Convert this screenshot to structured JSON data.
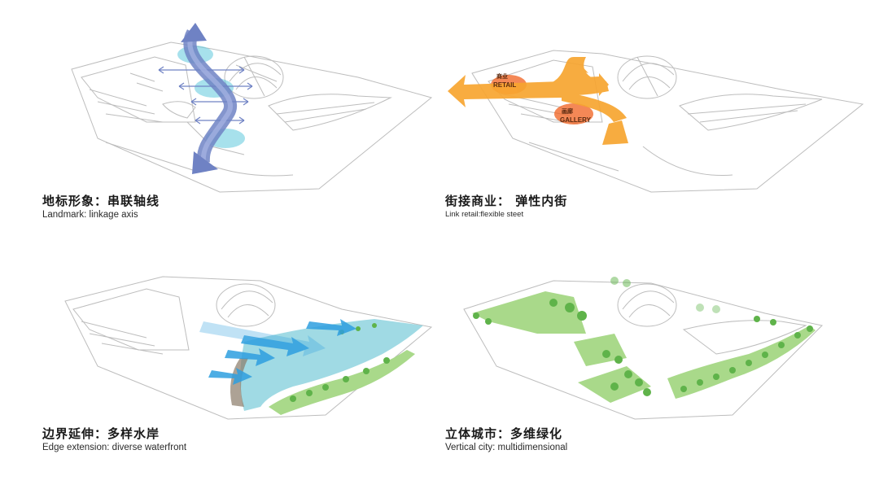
{
  "panels": [
    {
      "title_zh": "地标形象：串联轴线",
      "title_en": "Landmark: linkage axis"
    },
    {
      "title_zh": "街接商业： 弹性内街",
      "title_en": "Link retail:flexible steet",
      "labels": {
        "retail_zh": "商业",
        "retail_en": "RETAIL",
        "gallery_zh": "画廊",
        "gallery_en": "GALLERY"
      }
    },
    {
      "title_zh": "边界延伸：多样水岸",
      "title_en": "Edge extension: diverse waterfront"
    },
    {
      "title_zh": "立体城市：多维绿化",
      "title_en": "Vertical city: multidimensional"
    }
  ],
  "colors": {
    "axis_arrow": "#6f82c4",
    "axis_glow": "#5ec9dc",
    "retail_arrow": "#f7a530",
    "retail_glow": "#f0601e",
    "water": "#8fd3df",
    "water_arrow": "#2f9fe0",
    "green_roof": "#a9d98a",
    "tree": "#5fb34a",
    "line": "#b9b9b9"
  }
}
